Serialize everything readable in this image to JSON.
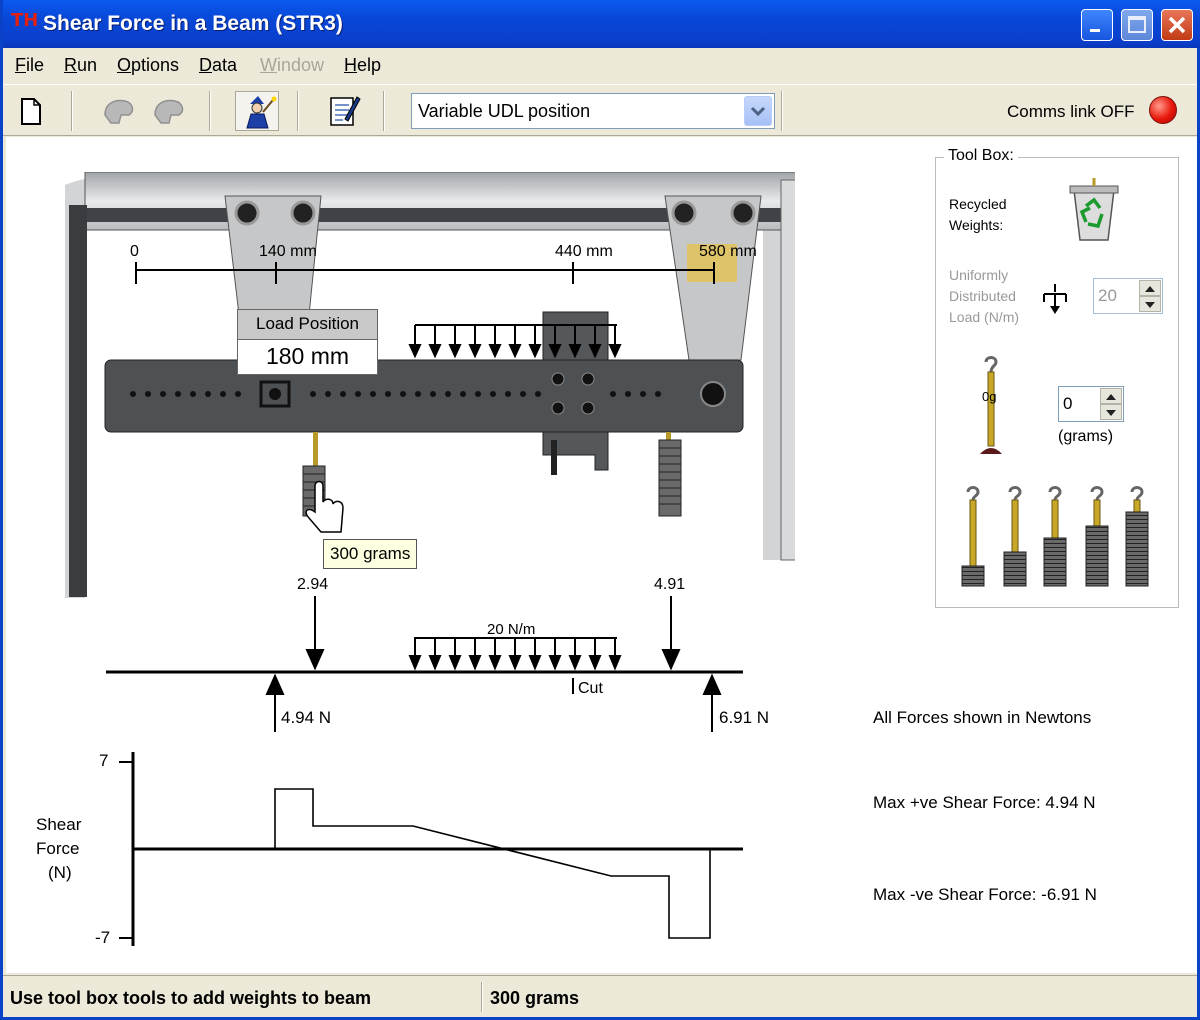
{
  "window": {
    "title": "Shear Force in a Beam (STR3)",
    "app_badge": "TH"
  },
  "menu": {
    "items": [
      {
        "accel": "F",
        "rest": "ile"
      },
      {
        "accel": "R",
        "rest": "un"
      },
      {
        "accel": "O",
        "rest": "ptions"
      },
      {
        "accel": "D",
        "rest": "ata"
      },
      {
        "accel": "W",
        "rest": "indow"
      },
      {
        "accel": "H",
        "rest": "elp"
      }
    ]
  },
  "toolbar": {
    "mode_select": "Variable UDL position",
    "comms_status": "Comms link OFF",
    "comms_color": "#e8160a"
  },
  "scale": {
    "marks": [
      "0",
      "140 mm",
      "440 mm",
      "580 mm"
    ]
  },
  "load_position": {
    "label": "Load Position",
    "value": "180 mm"
  },
  "tooltip": "300 grams",
  "fbd": {
    "left_load": "2.94",
    "right_load": "4.91",
    "udl_label": "20 N/m",
    "cut_label": "Cut",
    "left_reaction": "4.94 N",
    "right_reaction": "6.91 N"
  },
  "sfd": {
    "y_max": "7",
    "y_min": "-7",
    "ylabel_lines": [
      "Shear",
      "Force",
      "(N)"
    ]
  },
  "info": {
    "units_note": "All Forces shown in Newtons",
    "max_pos": "Max +ve Shear Force: 4.94 N",
    "max_neg": "Max -ve Shear Force: -6.91 N"
  },
  "toolbox": {
    "title": "Tool Box:",
    "recycled_lines": [
      "Recycled",
      "Weights:"
    ],
    "udl_lines": [
      "Uniformly",
      "Distributed",
      "Load (N/m)"
    ],
    "udl_value": "20",
    "hanger_label": "0g",
    "grams_value": "0",
    "grams_unit": "(grams)"
  },
  "status": {
    "hint": "Use tool box tools to add weights to beam",
    "selection": "300 grams"
  }
}
